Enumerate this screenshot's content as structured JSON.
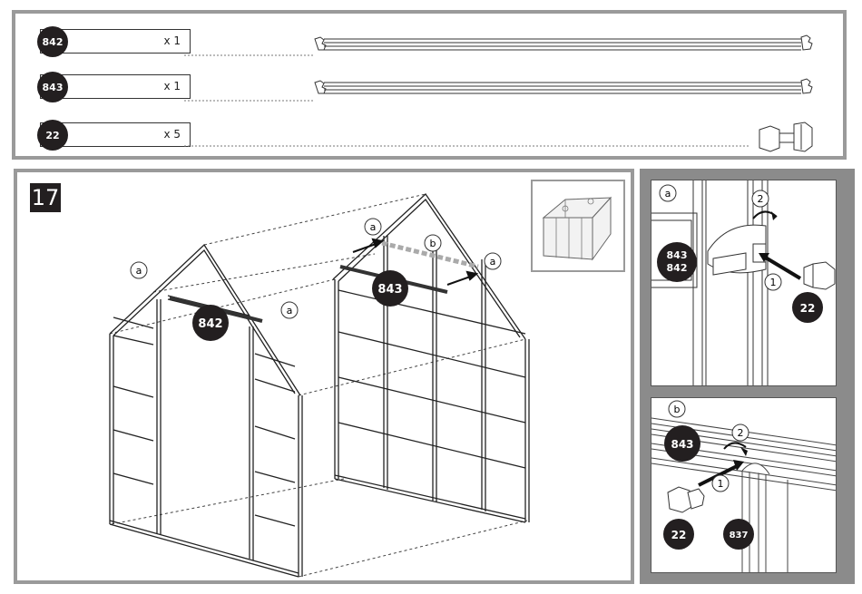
{
  "parts": [
    {
      "part_no": "842",
      "qty": "x 1"
    },
    {
      "part_no": "843",
      "qty": "x 1"
    },
    {
      "part_no": "22",
      "qty": "x 5"
    }
  ],
  "step": {
    "number": "17"
  },
  "main_callouts": {
    "label_a": "a",
    "label_b": "b",
    "part_842": "842",
    "part_843": "843"
  },
  "detail_a": {
    "label": "a",
    "part_843": "843",
    "part_842": "842",
    "part_22": "22",
    "step_1": "1",
    "step_2": "2"
  },
  "detail_b": {
    "label": "b",
    "part_843": "843",
    "part_22": "22",
    "part_837": "837",
    "step_1": "1",
    "step_2": "2"
  }
}
